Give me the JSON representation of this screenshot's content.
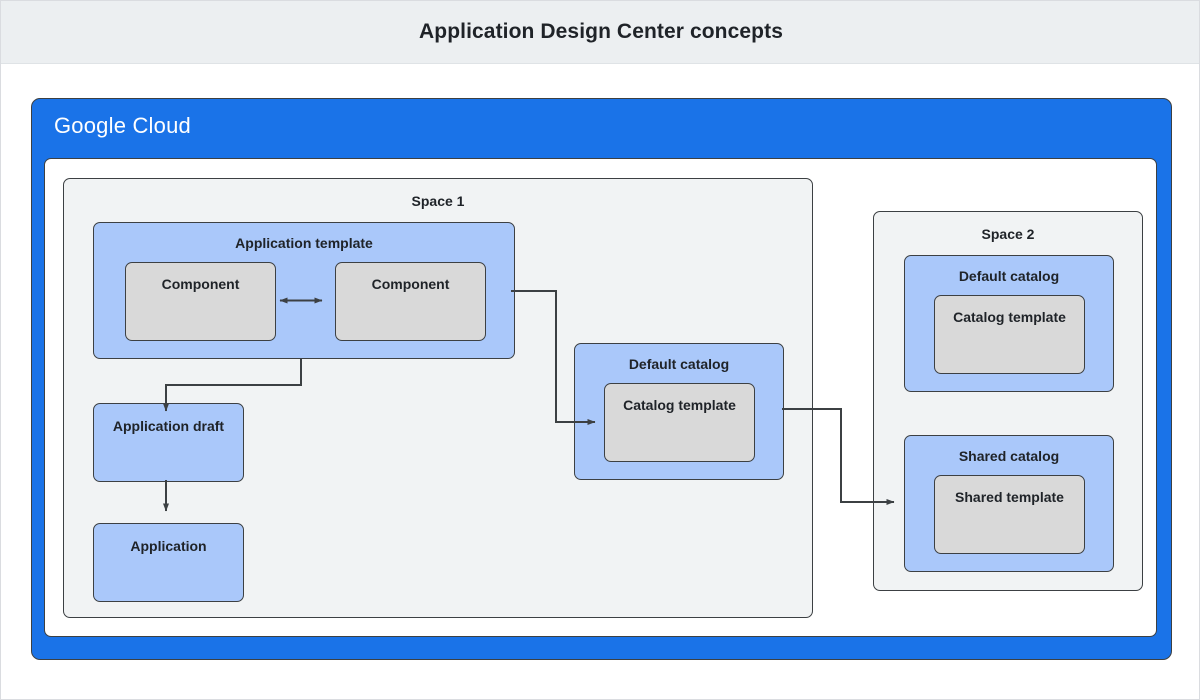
{
  "header": {
    "title": "Application Design Center concepts"
  },
  "cloud": {
    "logo_google": "Google",
    "logo_cloud": "Cloud"
  },
  "spaces": [
    {
      "id": "space-1",
      "label": "Space 1",
      "groups": [
        {
          "id": "application-template",
          "label": "Application template",
          "children": [
            {
              "id": "component-left",
              "label": "Component"
            },
            {
              "id": "component-right",
              "label": "Component"
            }
          ]
        },
        {
          "id": "default-catalog-space1",
          "label": "Default catalog",
          "children": [
            {
              "id": "catalog-template-space1",
              "label": "Catalog template"
            }
          ]
        }
      ],
      "nodes": [
        {
          "id": "application-draft",
          "label": "Application draft"
        },
        {
          "id": "application",
          "label": "Application"
        }
      ]
    },
    {
      "id": "space-2",
      "label": "Space 2",
      "groups": [
        {
          "id": "default-catalog-space2",
          "label": "Default catalog",
          "children": [
            {
              "id": "catalog-template-space2",
              "label": "Catalog template"
            }
          ]
        },
        {
          "id": "shared-catalog-space2",
          "label": "Shared catalog",
          "children": [
            {
              "id": "shared-template",
              "label": "Shared template"
            }
          ]
        }
      ]
    }
  ],
  "colors": {
    "header_background": "#eceff1",
    "cloud_blue": "#1a73e8",
    "group_blue": "#aac8fa",
    "inner_gray": "#d9d9d9",
    "space_gray": "#f1f3f4",
    "stroke": "#3c4043",
    "text": "#1f2328"
  },
  "connectors": [
    {
      "id": "component-to-component",
      "type": "bidirectional"
    },
    {
      "id": "template-to-catalog-template",
      "type": "arrow"
    },
    {
      "id": "template-to-application-draft",
      "type": "arrow"
    },
    {
      "id": "application-draft-to-application",
      "type": "arrow"
    },
    {
      "id": "default-catalog-to-shared-catalog",
      "type": "arrow"
    }
  ]
}
